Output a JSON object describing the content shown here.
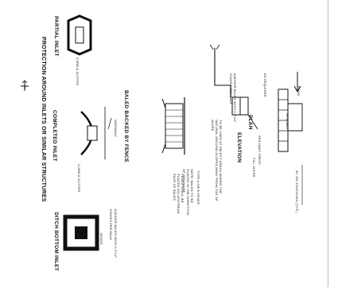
{
  "sheet": {
    "main_title": "PROTECTION AROUND INLETS OR SIMILAR STRUCTURES",
    "section_title": "BALED BACKED BY FENCE",
    "details": {
      "partial_inlet": "PARTIAL INLET",
      "completed_inlet": "COMPLETED INLET",
      "ditch_bottom_inlet": "DITCH BOTTOM INLET",
      "elevation": "ELEVATION",
      "plan": "PLAN"
    },
    "callouts": {
      "curb_gutter_a": "CURB & GUTTER",
      "curb_gutter_b": "CURB & GUTTER",
      "sidewalk": "SIDEWALK",
      "anchor_bales": "ANCHOR BALES WITH 2-2\"x2\"",
      "stakes_per_bale": "STAKES PER BALE",
      "grade": "GRADE",
      "type_a_fence": "TYPE A OR B FENCE",
      "note_bales": "NOTE: BALES TO BE PLACED IN THE DIRECTION OF DRAINAGE",
      "note_fence": "FENCE SHALL BE PLACED ON UPSTREAM FACE OF BALES",
      "required": "AS REQUIRED",
      "anchor_stakes": "ANCHOR BALES WITH 2-2\"x2\" STAKES PER BALE",
      "flow": "FLOW",
      "spillway": "SPILLWAY",
      "spillway_crest": "SPILLWAY CREST",
      "fill_slope": "FILL SLOPE",
      "on_contour": "50' ON CONTOURS (TYP.)",
      "use_note": "TO BE USED AT SELECT AREAS WHERE THE NATURAL GROUND SLOPES AWAY FROM TOE OF SLOPE"
    },
    "north_arrow": "N"
  }
}
